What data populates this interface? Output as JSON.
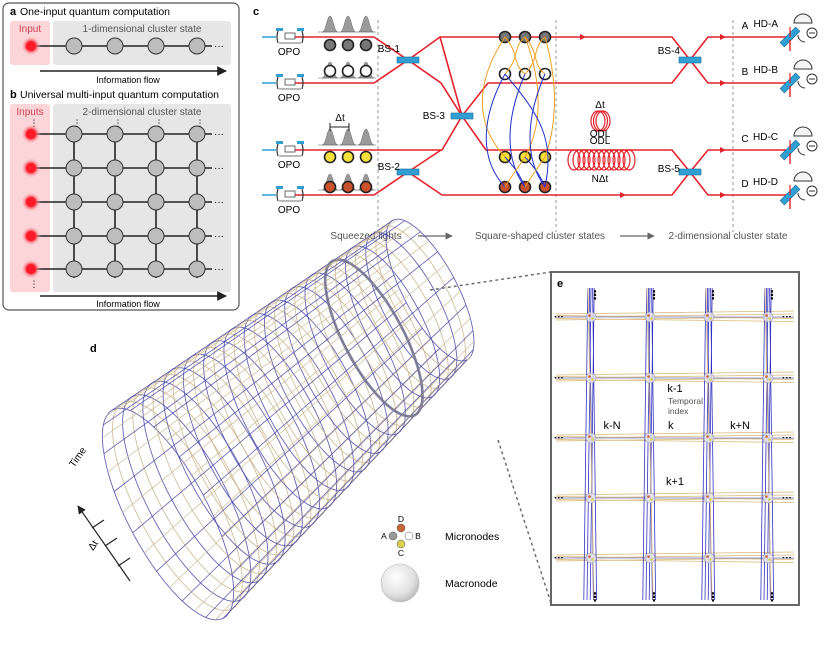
{
  "panel_a": {
    "letter": "a",
    "title": "One-input quantum computation",
    "input_label": "Input",
    "state_label": "1-dimensional cluster state",
    "ellipsis": "···",
    "flow": "Information flow"
  },
  "panel_b": {
    "letter": "b",
    "title": "Universal multi-input quantum computation",
    "input_label": "Inputs",
    "state_label": "2-dimensional cluster state",
    "ellipsis": "···",
    "dots": "⋮",
    "flow": "Information flow"
  },
  "panel_c": {
    "letter": "c",
    "opo": [
      "OPO",
      "OPO",
      "OPO",
      "OPO"
    ],
    "delta_t_pulse": "Δt",
    "beamsplitters": [
      "BS-1",
      "BS-2",
      "BS-3",
      "BS-4",
      "BS-5"
    ],
    "delay_short": {
      "top": "Δt",
      "bottom": "ODL"
    },
    "delay_long": {
      "top": "ODL",
      "bottom": "NΔt"
    },
    "channels": [
      "A",
      "B",
      "C",
      "D"
    ],
    "detectors": [
      "HD-A",
      "HD-B",
      "HD-C",
      "HD-D"
    ],
    "stages": [
      "Squeezed lights",
      "Square-shaped cluster states",
      "2-dimensional cluster state"
    ],
    "colors": {
      "beam": "#e5222b",
      "bs": "#2f9fd4",
      "orange": "#f0a020",
      "blue": "#2030c8",
      "yellow": "#f5e13c",
      "red_mode": "#c9502c",
      "grey_mode": "#777777"
    }
  },
  "panel_d": {
    "letter": "d",
    "time_label": "Time",
    "delta_t": "Δt",
    "micronodes": {
      "label": "Micronodes",
      "A": "A",
      "B": "B",
      "C": "C",
      "D": "D"
    },
    "macronode": "Macronode"
  },
  "panel_e": {
    "letter": "e",
    "temporal_index": "Temporal\nindex",
    "labels": {
      "k": "k",
      "k_minus_1": "k-1",
      "k_plus_1": "k+1",
      "k_minus_n": "k-N",
      "k_plus_n": "k+N"
    },
    "dots": "⋮",
    "ellipsis": "···"
  }
}
